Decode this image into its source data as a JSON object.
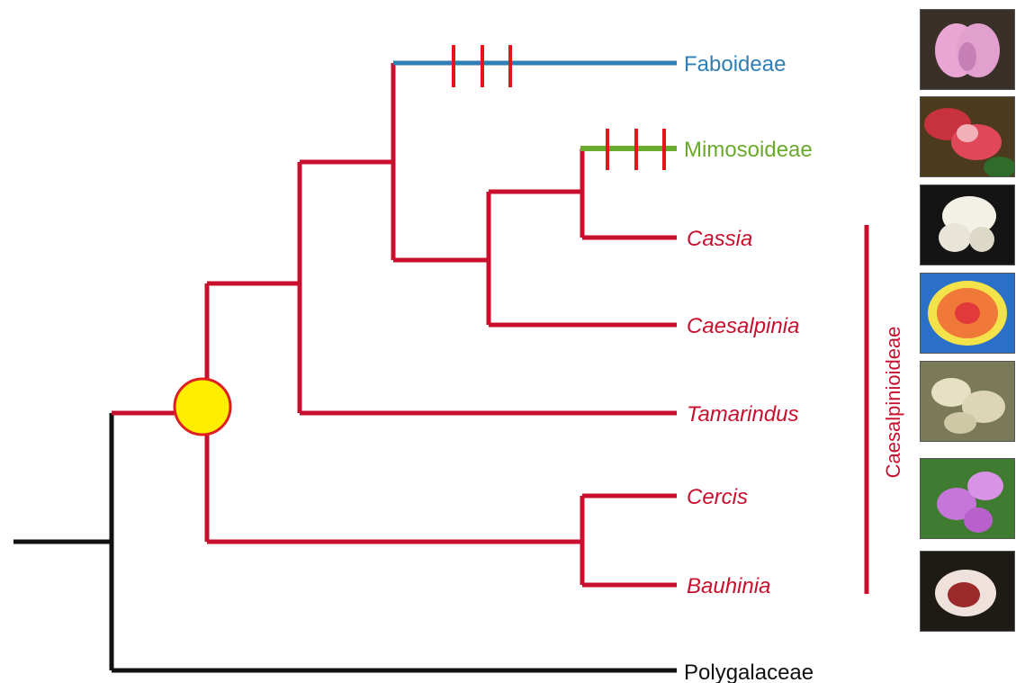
{
  "taxa": {
    "faboideae": "Faboideae",
    "mimosoideae": "Mimosoideae",
    "cassia": "Cassia",
    "caesalpinia": "Caesalpinia",
    "tamarindus": "Tamarindus",
    "cercis": "Cercis",
    "bauhinia": "Bauhinia",
    "polygalaceae": "Polygalaceae"
  },
  "clade_label": "Caesalpinioideae",
  "colors": {
    "caesalpinioid_red": "#c8102e",
    "faboid_blue": "#2f7fb5",
    "mimosoid_green": "#6aaa2c",
    "outgroup_black": "#111111",
    "marker_red": "#e8141c",
    "node_yellow": "#ffee00"
  },
  "photos": [
    {
      "name": "faboideae-flower-photo",
      "tint": "pink"
    },
    {
      "name": "mimosoideae-flower-photo",
      "tint": "red"
    },
    {
      "name": "cassia-flower-photo",
      "tint": "white"
    },
    {
      "name": "caesalpinia-flower-photo",
      "tint": "orange"
    },
    {
      "name": "tamarindus-flower-photo",
      "tint": "cream"
    },
    {
      "name": "cercis-flower-photo",
      "tint": "violet"
    },
    {
      "name": "bauhinia-flower-photo",
      "tint": "brown"
    }
  ]
}
